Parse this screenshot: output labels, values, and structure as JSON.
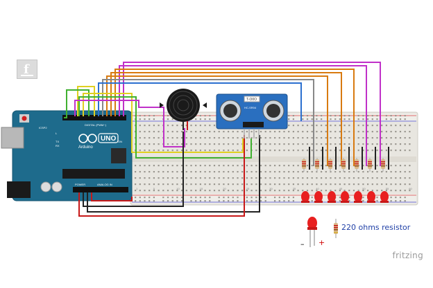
{
  "app": {
    "logo_letter": "f",
    "watermark": "fritzing"
  },
  "board": {
    "name": "UNO",
    "brand": "Arduino",
    "label_digital": "DIGITAL (PWM~)",
    "label_analog": "ANALOG IN",
    "label_power": "POWER",
    "label_icsp": "ICSP2",
    "label_tx": "TX",
    "label_rx": "RX",
    "label_l": "L",
    "label_on": "ON",
    "color": "#1e6b8c"
  },
  "sensor": {
    "label_top": "T-O0O",
    "label_mid": "HC-SR04"
  },
  "legend": {
    "resistor_label": "220 ohms resistor",
    "led_minus": "–",
    "led_plus": "+"
  },
  "breadboard": {
    "row_labels": [
      "1",
      "5",
      "10",
      "15",
      "20",
      "25",
      "30",
      "35",
      "40",
      "45",
      "50",
      "55",
      "60"
    ]
  },
  "colors": {
    "wire_magenta": "#c030c8",
    "wire_orange": "#d87a10",
    "wire_gray": "#888888",
    "wire_blue": "#2b6fcf",
    "wire_green": "#40b030",
    "wire_yellow": "#e0d020",
    "wire_red": "#c81818",
    "wire_black": "#222222",
    "led_red": "#e82020"
  }
}
